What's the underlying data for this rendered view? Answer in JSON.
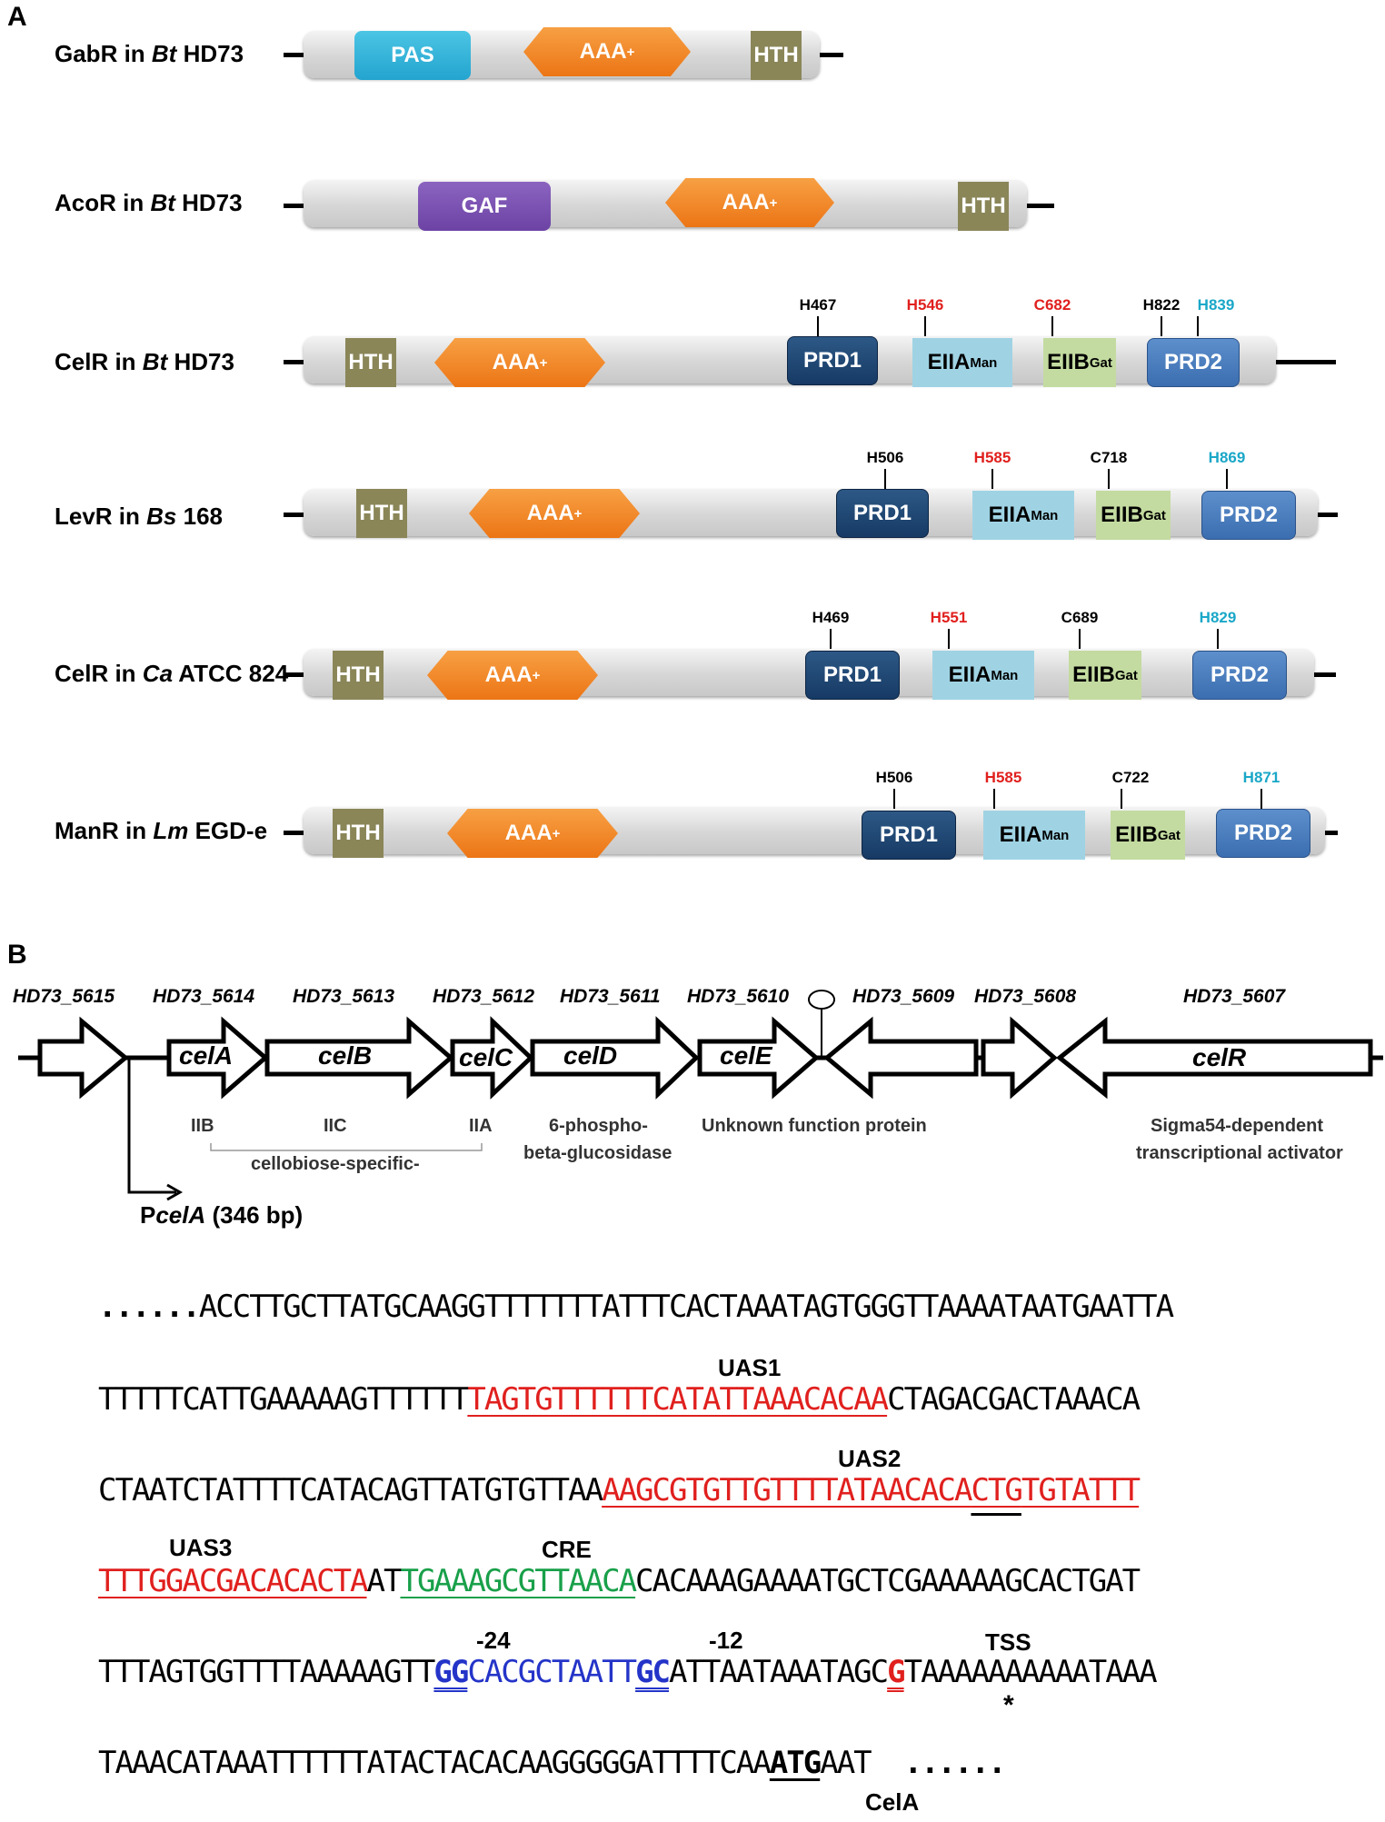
{
  "panelA": {
    "letter": "A",
    "proteins": [
      {
        "label_pre": "GabR in ",
        "label_org": "Bt",
        "label_post": " HD73",
        "domains": {
          "d1": "PAS",
          "aaa": "AAA",
          "hth": "HTH"
        }
      },
      {
        "label_pre": "AcoR in ",
        "label_org": "Bt",
        "label_post": " HD73",
        "domains": {
          "d1": "GAF",
          "aaa": "AAA",
          "hth": "HTH"
        }
      },
      {
        "label_pre": "CelR in ",
        "label_org": "Bt",
        "label_post": " HD73",
        "sites": [
          "H467",
          "H546",
          "C682",
          "H822",
          "H839"
        ]
      },
      {
        "label_pre": "LevR in ",
        "label_org": "Bs",
        "label_post": " 168",
        "sites": [
          "H506",
          "H585",
          "C718",
          "H869"
        ]
      },
      {
        "label_pre": "CelR in ",
        "label_org": "Ca",
        "label_post": " ATCC 824",
        "sites": [
          "H469",
          "H551",
          "C689",
          "H829"
        ]
      },
      {
        "label_pre": "ManR in ",
        "label_org": "Lm",
        "label_post": " EGD-e",
        "sites": [
          "H506",
          "H585",
          "C722",
          "H871"
        ]
      }
    ],
    "domain_labels": {
      "hth": "HTH",
      "aaa": "AAA",
      "plus": "+",
      "prd1": "PRD1",
      "prd2": "PRD2",
      "eiia": "EIIA",
      "man": "Man",
      "eiib": "EIIB",
      "gat": "Gat"
    },
    "colors": {
      "pas": "#23a4cf",
      "gaf": "#6c43a4",
      "aaa": "#ec7515",
      "hth": "#8a8658",
      "prd1": "#163a64",
      "prd2": "#3b6eb0",
      "eiia": "#9fd3e4",
      "eiib": "#c3dba0",
      "site_red": "#e0201e",
      "site_cyan": "#1aa7c8"
    }
  },
  "panelB": {
    "letter": "B",
    "genes": [
      "HD73_5615",
      "HD73_5614",
      "HD73_5613",
      "HD73_5612",
      "HD73_5611",
      "HD73_5610",
      "HD73_5609",
      "HD73_5608",
      "HD73_5607"
    ],
    "arrow_names": {
      "celA": "celA",
      "celB": "celB",
      "celC": "celC",
      "celD": "celD",
      "celE": "celE",
      "celR": "celR"
    },
    "subunits": {
      "iib": "IIB",
      "iic": "IIC",
      "iia": "IIA"
    },
    "descriptions": {
      "cellobiose": "cellobiose-specific-",
      "celD_1": "6-phospho-",
      "celD_2": "beta-glucosidase",
      "celE": "Unknown function protein",
      "celR_1": "Sigma54-dependent",
      "celR_2": "transcriptional activator"
    },
    "promoter": {
      "p": "P",
      "name": "celA",
      "size": " (346 bp)"
    },
    "sequence": {
      "dots": "......",
      "line1": "ACCTTGCTTATGCAAGGTTTTTTTATTTCACTAAATAGTGGGTTAAAATAATGAATTA",
      "line2_a": "TTTTTCATTGAAAAAGTTTTTT",
      "line2_uas1": "TAGTGTTTTTTCATATTAAACACAA",
      "line2_b": "CTAGACGACTAAACA",
      "line3_a": "CTAATCTATTTTCATACAGTTATGTGTTAA",
      "line3_uas2_a": "AAGCGTGTTGTTTTATAACACA",
      "line3_uas2_ctg": "CTG",
      "line3_uas2_b": "TGTATTT",
      "line4_uas2": "TTTGGACGACACACTA",
      "line4_at": "AT",
      "line4_cre": "TGAAAGCGTTAACA",
      "line4_b": "CACAAAGAAAATGCTCGAAAAAGCACTGAT",
      "line5_a": "TTTAGTGGTTTTAAAAAGTT",
      "line5_gg": "GG",
      "line5_mid": "CACGCTAATT",
      "line5_gc": "GC",
      "line5_b": "ATTAATAAATAGC",
      "line5_g": "G",
      "line5_c": "TAAAAAAAAAATAAA",
      "line6_a": "TAAACATAAATTTTTTATACTACACAAGGGGGATTTTCAA",
      "line6_atg": "ATG",
      "line6_b": "AAT",
      "line6_dots": "......"
    },
    "labels": {
      "uas1": "UAS1",
      "uas2": "UAS2",
      "uas3": "UAS3",
      "cre": "CRE",
      "m24": "-24",
      "m12": "-12",
      "tss": "TSS",
      "star": "*",
      "cela": "CelA"
    },
    "colors": {
      "uas": "#e0201e",
      "cre": "#19a04a",
      "core": "#2434c8"
    }
  }
}
